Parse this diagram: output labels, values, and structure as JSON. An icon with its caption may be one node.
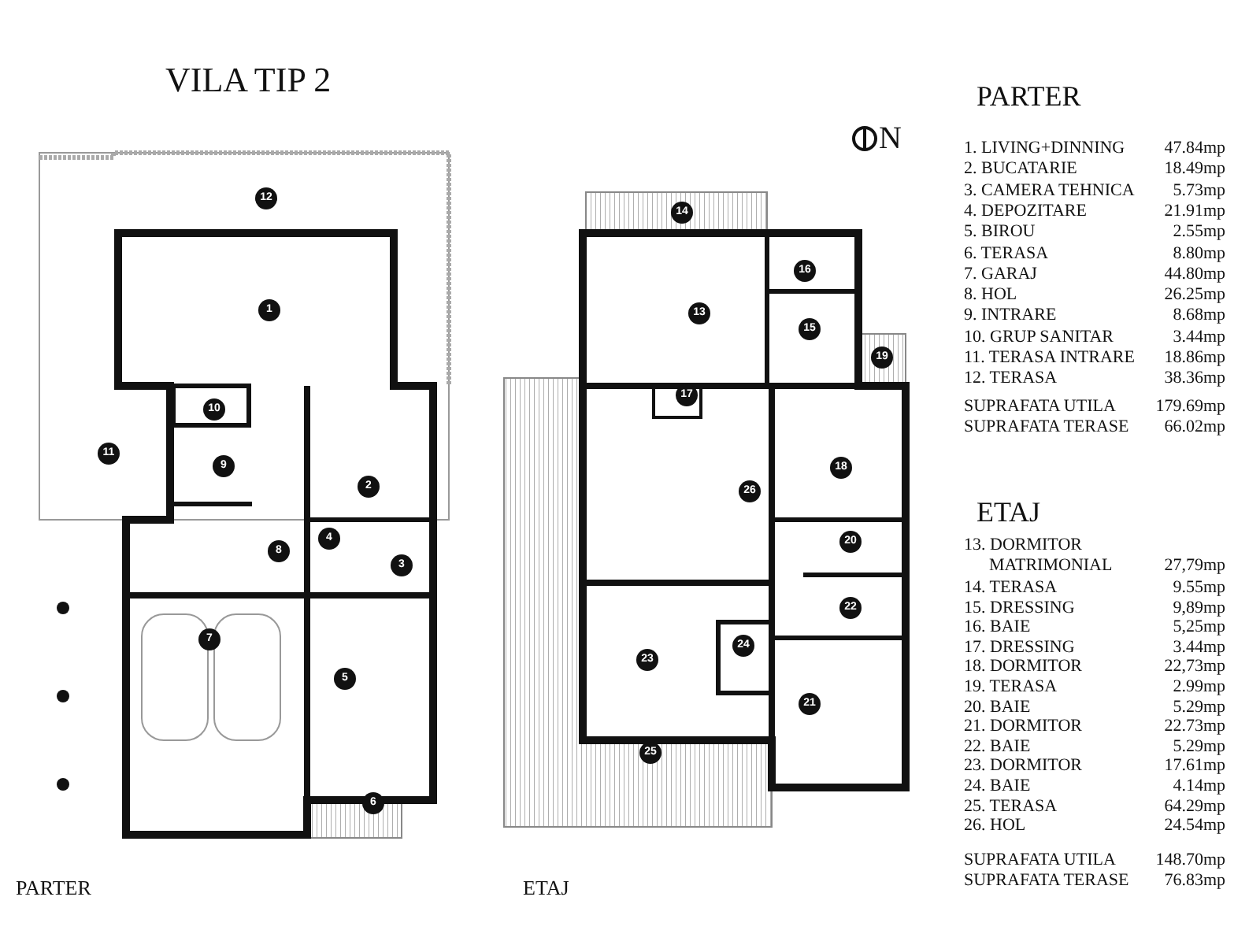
{
  "diagram": {
    "title": "VILA TIP 2",
    "labels": [
      "N",
      "1",
      "2",
      "3",
      "4",
      "5",
      "6",
      "7",
      "8",
      "9",
      "10",
      "11",
      "12",
      "PARTER",
      "13",
      "14",
      "15",
      "16",
      "17",
      "18",
      "19",
      "20",
      "21",
      "22",
      "23",
      "24",
      "25",
      "26",
      "ETAJ",
      "PARTER",
      "1. LIVING+DINNING",
      "47.84mp",
      "2. BUCATARIE",
      "18.49mp",
      "3. CAMERA TEHNICA",
      "5.73mp",
      "4. DEPOZITARE",
      "21.91mp",
      "5. BIROU",
      "2.55mp",
      "6. TERASA",
      "8.80mp",
      "7. GARAJ",
      "44.80mp",
      "8. HOL",
      "26.25mp",
      "9. INTRARE",
      "8.68mp",
      "10. GRUP SANITAR",
      "3.44mp",
      "11. TERASA INTRARE",
      "18.86mp",
      "12. TERASA",
      "38.36mp",
      "SUPRAFATA UTILA",
      "179.69mp",
      "SUPRAFATA TERASE",
      "66.02mp",
      "ETAJ",
      "13. DORMITOR MATRIMONIAL",
      "27,79mp",
      "14. TERASA",
      "9.55mp",
      "15. DRESSING",
      "9,89mp",
      "16. BAIE",
      "5,25mp",
      "17. DRESSING",
      "3.44mp",
      "18. DORMITOR",
      "22,73mp",
      "19. TERASA",
      "2.99mp",
      "20. BAIE",
      "5.29mp",
      "21. DORMITOR",
      "22.73mp",
      "22. BAIE",
      "5.29mp",
      "23. DORMITOR",
      "17.61mp",
      "24. BAIE",
      "4.14mp",
      "25. TERASA",
      "64.29mp",
      "26. HOL",
      "24.54mp",
      "SUPRAFATA UTILA",
      "148.70mp",
      "SUPRAFATA TERASE",
      "76.83mp"
    ]
  }
}
